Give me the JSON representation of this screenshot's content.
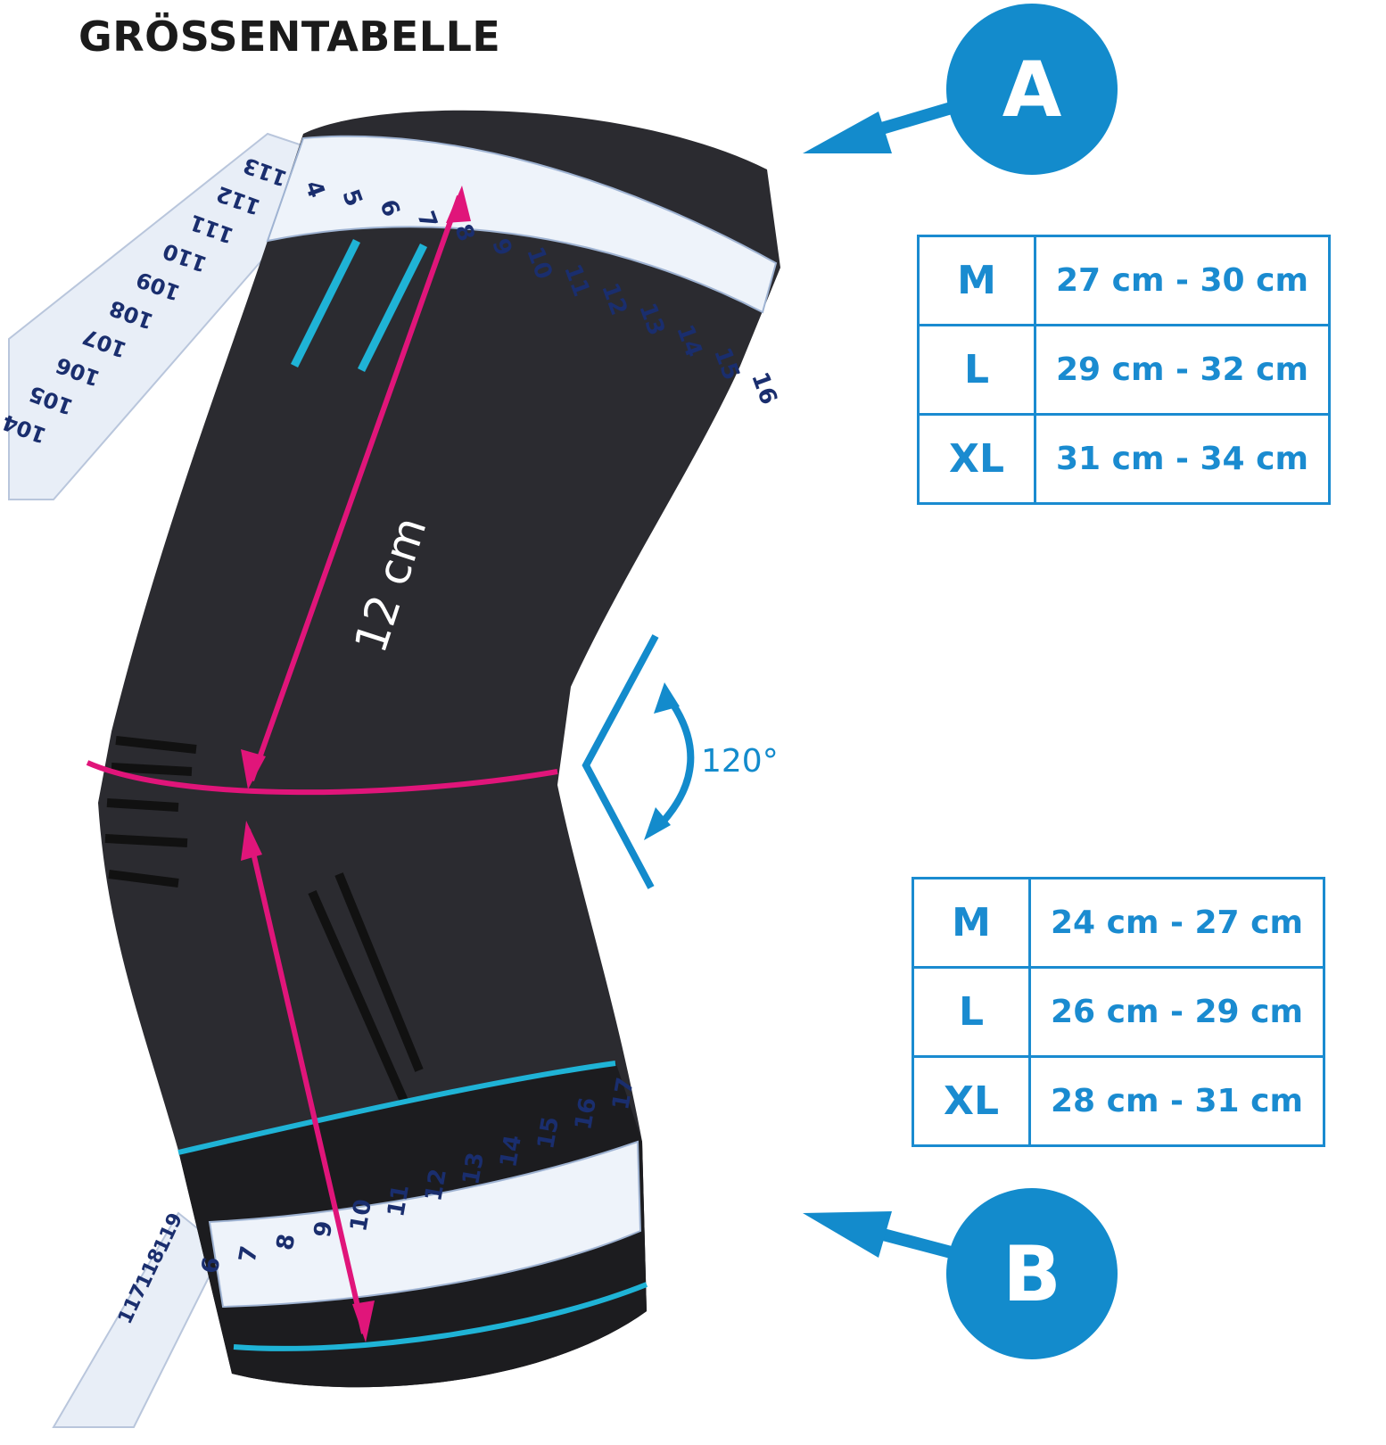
{
  "title": "GRÖSSENTABELLE",
  "colors": {
    "accent_blue": "#138bcc",
    "measure_magenta": "#e0157a",
    "sleeve": "#2a2a2e",
    "stripe_cyan": "#1fb3d6"
  },
  "marker_a": {
    "label": "A"
  },
  "marker_b": {
    "label": "B"
  },
  "table_a": {
    "rows": [
      {
        "size": "M",
        "range": "27 cm - 30 cm"
      },
      {
        "size": "L",
        "range": "29 cm - 32 cm"
      },
      {
        "size": "XL",
        "range": "31 cm - 34 cm"
      }
    ]
  },
  "table_b": {
    "rows": [
      {
        "size": "M",
        "range": "24 cm - 27 cm"
      },
      {
        "size": "L",
        "range": "26 cm - 29 cm"
      },
      {
        "size": "XL",
        "range": "28 cm - 31 cm"
      }
    ]
  },
  "measurement": {
    "length_label": "12 cm"
  },
  "angle": {
    "label": "120°"
  },
  "tape_top": {
    "numbers": [
      "4",
      "5",
      "6",
      "7",
      "8",
      "9",
      "10",
      "11",
      "12",
      "13",
      "14",
      "15",
      "16"
    ],
    "loose_end": [
      "113",
      "112",
      "111",
      "110",
      "109",
      "108",
      "107",
      "106",
      "105",
      "104"
    ]
  },
  "tape_bottom": {
    "numbers": [
      "6",
      "7",
      "8",
      "9",
      "10",
      "11",
      "12",
      "13",
      "14",
      "15",
      "16",
      "17"
    ],
    "loose_end": [
      "119",
      "118",
      "117"
    ]
  }
}
